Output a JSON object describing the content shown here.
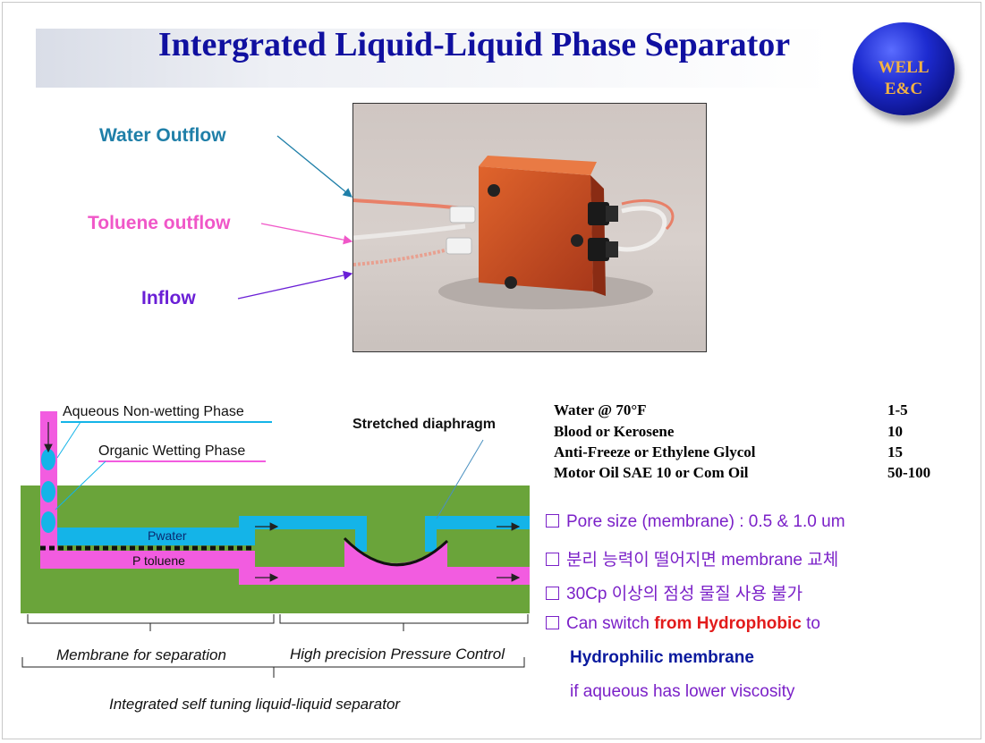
{
  "title": "Intergrated Liquid-Liquid Phase Separator",
  "logo": {
    "line1": "WELL",
    "line2": "E&C"
  },
  "photo_labels": {
    "water_outflow": "Water Outflow",
    "toluene_outflow": "Toluene outflow",
    "inflow": "Inflow"
  },
  "diagram": {
    "aqueous_phase": "Aqueous Non-wetting Phase",
    "organic_phase": "Organic Wetting Phase",
    "stretched_diaphragm": "Stretched  diaphragm",
    "p_water": "Pwater",
    "p_toluene": "P toluene",
    "membrane_label": "Membrane for separation",
    "pressure_label": "High precision Pressure Control",
    "integrated_label": "Integrated self tuning liquid-liquid separator"
  },
  "viscosity_table": [
    {
      "fluid": "Water @ 70°F",
      "value": "1-5"
    },
    {
      "fluid": "Blood or Kerosene",
      "value": "10"
    },
    {
      "fluid": "Anti-Freeze or Ethylene Glycol",
      "value": "15"
    },
    {
      "fluid": "Motor Oil SAE 10 or Com Oil",
      "value": "50-100"
    }
  ],
  "bullets": {
    "b1": "Pore size (membrane) : 0.5 & 1.0 um",
    "b2": "분리 능력이 떨어지면 membrane 교체",
    "b3": "30Cp 이상의 점성 물질 사용 불가",
    "b4_pre": "Can switch ",
    "b4_red": "from Hydrophobic",
    "b4_post": " to",
    "b4_line2": "Hydrophilic membrane",
    "b4_line3": "if aqueous has lower viscosity"
  },
  "colors": {
    "title": "#1010a0",
    "water_label": "#1f7fa8",
    "toluene_label": "#f057c8",
    "inflow_label": "#6a1fd6",
    "green": "#6aa43a",
    "blue": "#14b4e8",
    "pink": "#f25ce0",
    "bullet": "#7b21c8",
    "red": "#e21b1b",
    "navy": "#0a1a9e"
  }
}
